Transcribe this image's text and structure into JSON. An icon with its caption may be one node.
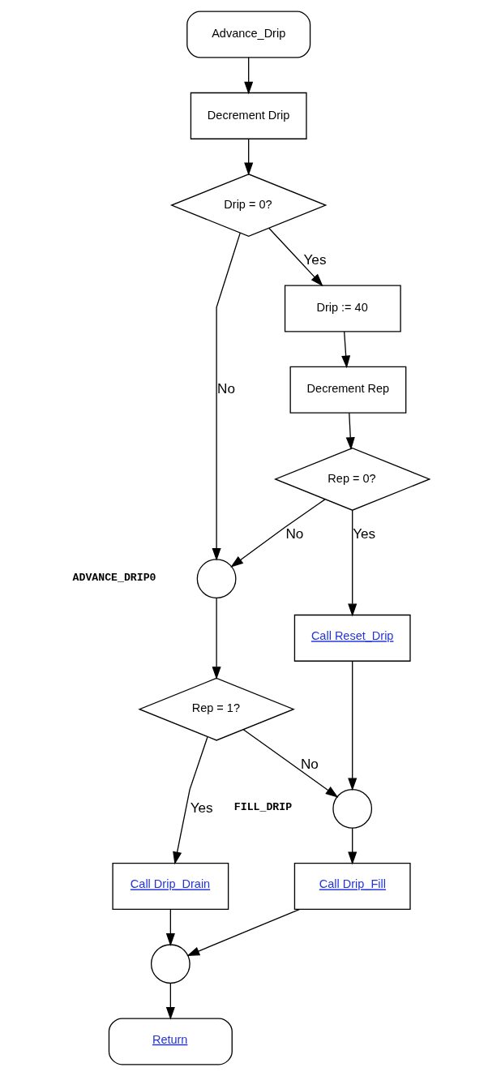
{
  "diagram": {
    "nodes": [
      {
        "text": [
          "Advance_Drip"
        ]
      },
      {
        "text": [
          "Decrement Drip"
        ]
      },
      {
        "text": [
          "Drip = 0?"
        ]
      },
      {
        "text": [
          "Drip := 40"
        ]
      },
      {
        "text": [
          "Decrement Rep"
        ]
      },
      {
        "text": [
          "Rep = 0?"
        ]
      },
      {
        "text": [],
        "shape": "circle",
        "beside": [
          "ADVANCE_DRIP0"
        ]
      },
      {
        "text": [
          "Call Reset_Drip"
        ]
      },
      {
        "text": [
          "Rep = 1?"
        ]
      },
      {
        "text": [],
        "shape": "circle",
        "beside": [
          "FILL_DRIP"
        ]
      },
      {
        "text": [
          "Call Drip_Drain"
        ]
      },
      {
        "text": [
          "Call Drip_Fill"
        ]
      },
      {
        "text": [],
        "shape": "circle"
      },
      {
        "text": [
          "Return"
        ]
      }
    ],
    "edges": [
      {
        "from": 0,
        "to": 1,
        "arrow": "to"
      },
      {
        "from": 1,
        "to": 2,
        "arrow": "to"
      },
      {
        "from": 2,
        "to": 3,
        "arrow": "to",
        "label": "Yes"
      },
      {
        "from": 2,
        "to": 6,
        "arrow": "to",
        "label": "No"
      },
      {
        "from": 3,
        "to": 4,
        "arrow": "to"
      },
      {
        "from": 4,
        "to": 5,
        "arrow": "to"
      },
      {
        "from": 5,
        "to": 6,
        "arrow": "to",
        "label": "No"
      },
      {
        "from": 5,
        "to": 7,
        "arrow": "to",
        "label": "Yes"
      },
      {
        "from": 6,
        "to": 8,
        "arrow": "to"
      },
      {
        "from": 7,
        "to": 9,
        "arrow": "to"
      },
      {
        "from": 8,
        "to": 9,
        "arrow": "to",
        "label": "No"
      },
      {
        "from": 8,
        "to": 10,
        "arrow": "to",
        "label": "Yes"
      },
      {
        "from": 9,
        "to": 11,
        "arrow": "to"
      },
      {
        "from": 10,
        "to": 12,
        "arrow": "to"
      },
      {
        "from": 11,
        "to": 12,
        "arrow": "to"
      },
      {
        "from": 12,
        "to": 13,
        "arrow": "to"
      }
    ]
  }
}
